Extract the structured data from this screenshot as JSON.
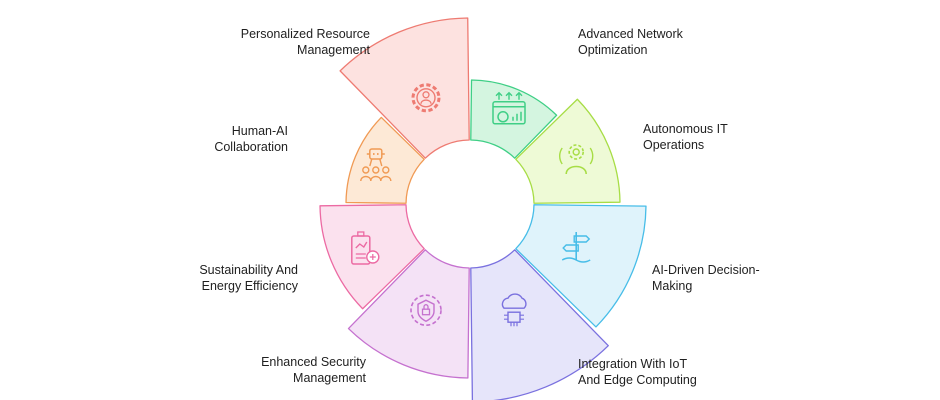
{
  "diagram": {
    "segments": [
      {
        "id": "advanced-network-optimization",
        "lines": [
          "Advanced Network",
          "Optimization"
        ],
        "icon": "network-dashboard-icon",
        "fill": "#d4f5e0",
        "stroke": "#3fcf86"
      },
      {
        "id": "autonomous-it-operations",
        "lines": [
          "Autonomous IT",
          "Operations"
        ],
        "icon": "gear-person-icon",
        "fill": "#eefad6",
        "stroke": "#a7dd45"
      },
      {
        "id": "ai-driven-decision-making",
        "lines": [
          "AI-Driven Decision-",
          "Making"
        ],
        "icon": "signpost-icon",
        "fill": "#dff3fb",
        "stroke": "#47bde8"
      },
      {
        "id": "integration-with-iot",
        "lines": [
          "Integration With IoT",
          "And Edge Computing"
        ],
        "icon": "cloud-chip-icon",
        "fill": "#e6e5fa",
        "stroke": "#7a71df"
      },
      {
        "id": "enhanced-security-management",
        "lines": [
          "Enhanced Security",
          "Management"
        ],
        "icon": "shield-lock-icon",
        "fill": "#f4e2f6",
        "stroke": "#c571cf"
      },
      {
        "id": "sustainability-energy-efficiency",
        "lines": [
          "Sustainability And",
          "Energy Efficiency"
        ],
        "icon": "battery-chart-icon",
        "fill": "#fbe1ee",
        "stroke": "#ec6aa3"
      },
      {
        "id": "human-ai-collaboration",
        "lines": [
          "Human-AI",
          "Collaboration"
        ],
        "icon": "robot-team-icon",
        "fill": "#fde9d6",
        "stroke": "#f09a54"
      },
      {
        "id": "personalized-resource-management",
        "lines": [
          "Personalized Resource",
          "Management"
        ],
        "icon": "gear-user-icon",
        "fill": "#fde2e0",
        "stroke": "#ee7b72"
      }
    ]
  }
}
